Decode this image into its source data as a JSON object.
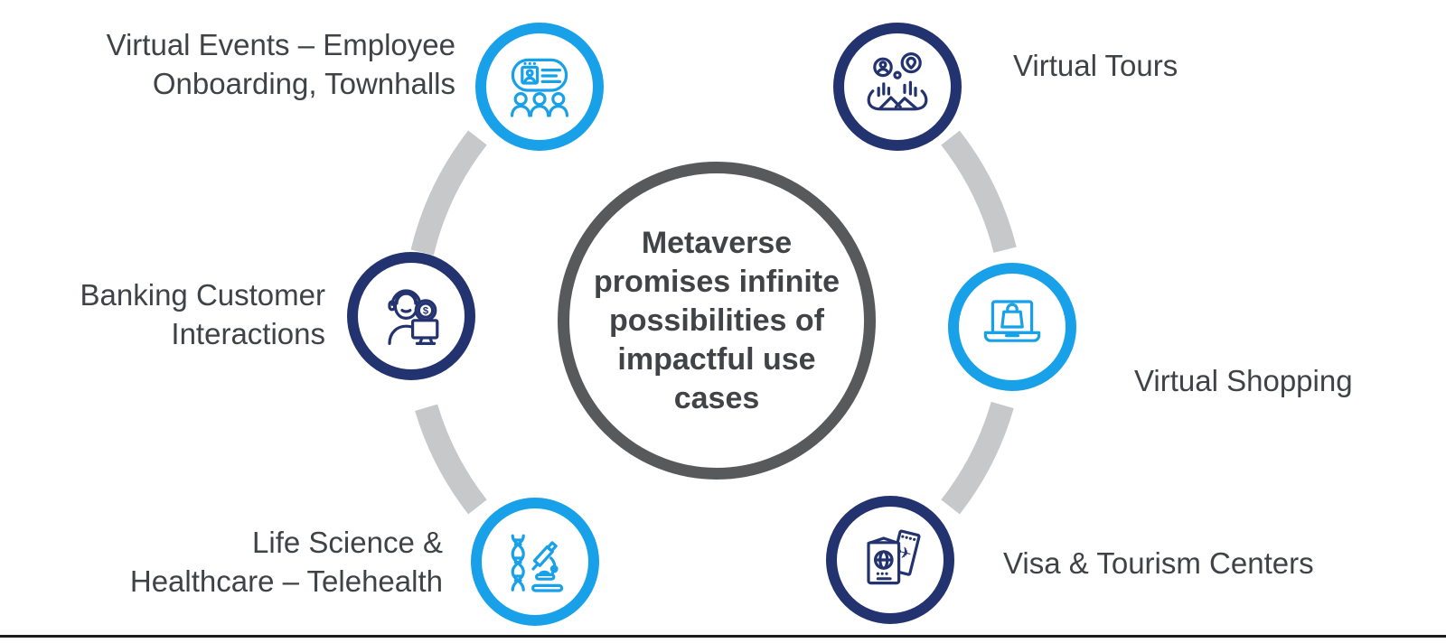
{
  "center": {
    "title": "Metaverse promises infinite possibilities of impactful use cases",
    "lines": [
      "Metaverse",
      "promises infinite",
      "possibilities of",
      "impactful use",
      "cases"
    ]
  },
  "nodes": [
    {
      "id": "virtual-events",
      "icon": "id-badge-people-icon",
      "accent": "#18A1E8",
      "lines": [
        "Virtual Events – Employee",
        "Onboarding, Townhalls"
      ]
    },
    {
      "id": "virtual-tours",
      "icon": "hands-landscape-pin-icon",
      "accent": "#22336F",
      "lines": [
        "Virtual Tours"
      ]
    },
    {
      "id": "banking",
      "icon": "support-agent-dollar-icon",
      "accent": "#22336F",
      "lines": [
        "Banking Customer",
        "Interactions"
      ]
    },
    {
      "id": "virtual-shopping",
      "icon": "laptop-shopping-bag-icon",
      "accent": "#18A1E8",
      "lines": [
        "Virtual Shopping"
      ]
    },
    {
      "id": "life-science",
      "icon": "dna-microscope-icon",
      "accent": "#18A1E8",
      "lines": [
        "Life Science &",
        "Healthcare – Telehealth"
      ]
    },
    {
      "id": "visa-tourism",
      "icon": "passport-ticket-icon",
      "accent": "#22336F",
      "lines": [
        "Visa & Tourism Centers"
      ]
    }
  ],
  "coin_symbol": "$",
  "plane_symbol": "✈",
  "colors": {
    "accent_light": "#18A1E8",
    "accent_navy": "#22336F",
    "arc_gray": "#C7C8C9",
    "ring_gray": "#58595B",
    "label_text": "#3F4246",
    "center_text": "#424347",
    "footer_line": "#1C1C1C",
    "background": "#FFFFFF"
  }
}
